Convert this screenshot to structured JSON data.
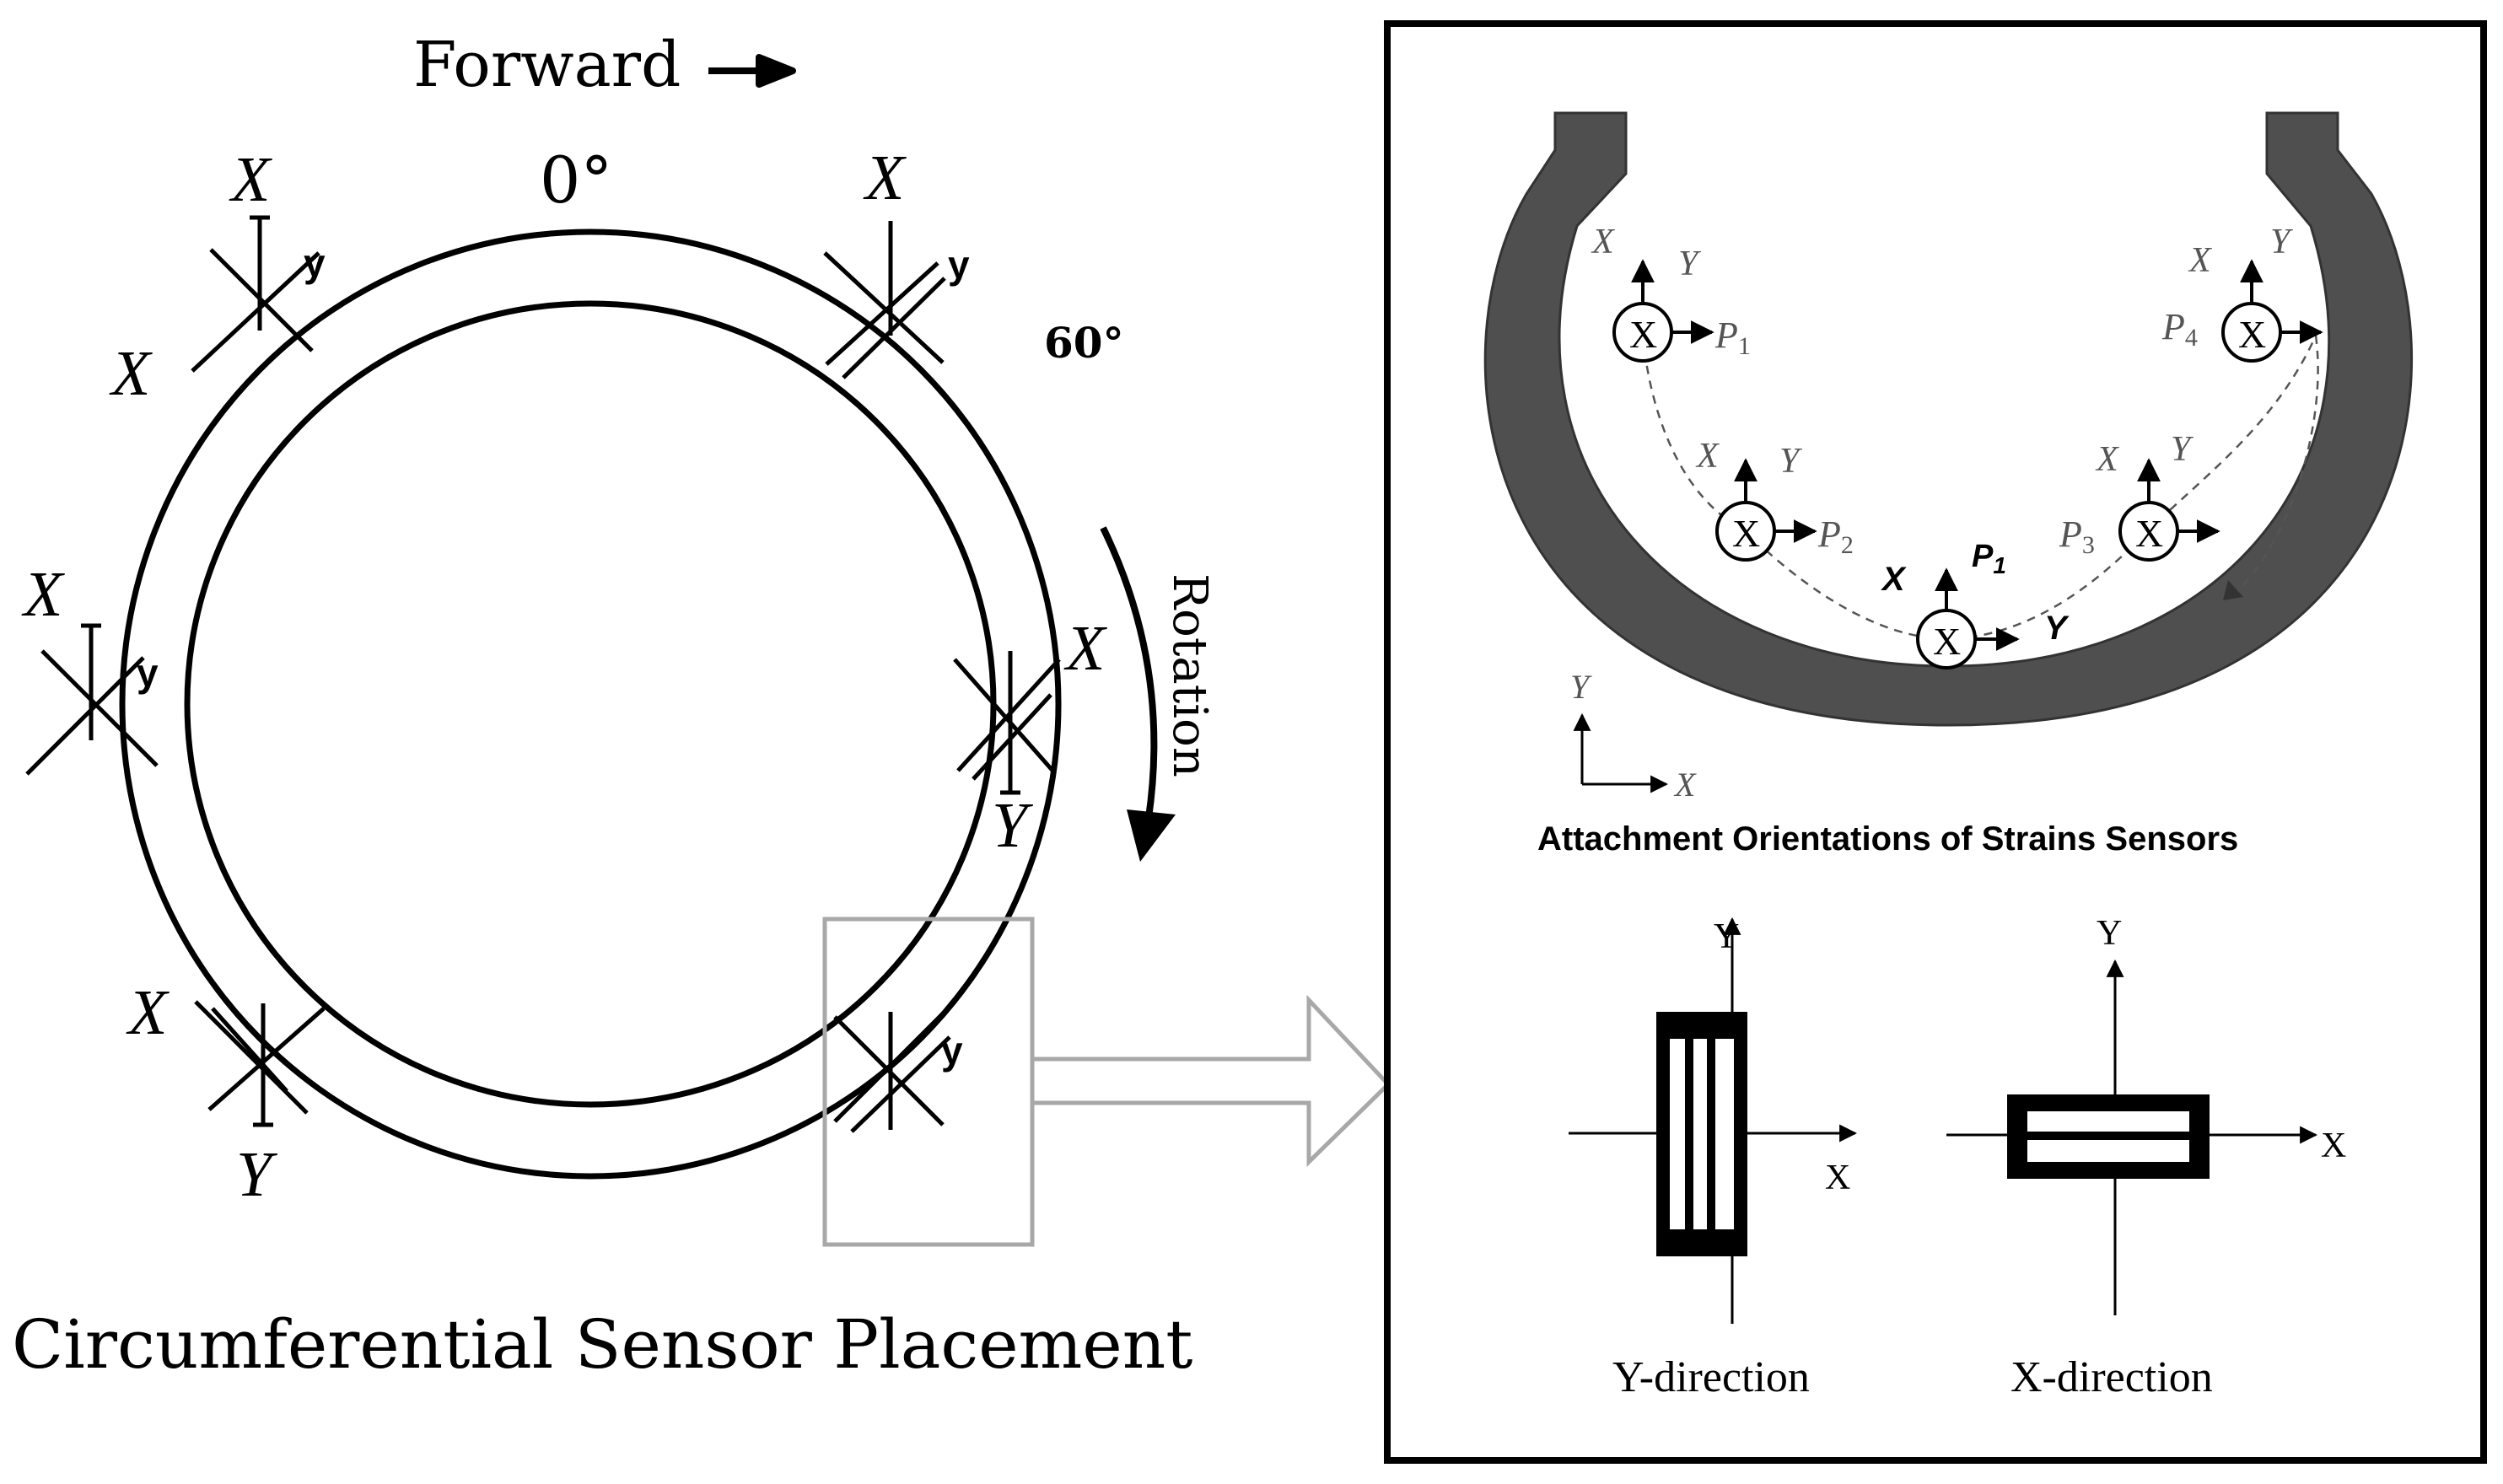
{
  "left": {
    "forward_label": "Forward",
    "angle_zero": "0°",
    "angle_sixty": "60°",
    "rotation_label": "Rotation",
    "caption": "Circumferential Sensor Placement",
    "sensors": [
      {
        "big_x": "X",
        "small_y": "y",
        "side_x": "X"
      },
      {
        "big_x": "X",
        "small_y": "y"
      },
      {
        "big_x": "X",
        "small_y": "y"
      },
      {
        "big_x": "X",
        "big_y": "Y"
      },
      {
        "big_x": "X",
        "big_y": "Y"
      },
      {
        "small_y": "y"
      }
    ]
  },
  "right": {
    "orientation_caption": "Attachment Orientations of Strains Sensors",
    "points": [
      {
        "label": "P",
        "sub": "1",
        "ax_x": "X",
        "ax_y": "Y",
        "symbol": "X"
      },
      {
        "label": "P",
        "sub": "2",
        "ax_x": "X",
        "ax_y": "Y",
        "symbol": "X"
      },
      {
        "label": "P",
        "sub": "1",
        "ax_x": "X",
        "ax_y": "Y",
        "symbol": "X"
      },
      {
        "label": "P",
        "sub": "3",
        "ax_x": "X",
        "ax_y": "Y",
        "symbol": "X"
      },
      {
        "label": "P",
        "sub": "4",
        "ax_x": "X",
        "ax_y": "Y",
        "symbol": "X"
      }
    ],
    "ref_axes": {
      "x": "X",
      "y": "Y"
    },
    "gauges": [
      {
        "caption": "Y-direction",
        "ax_x": "X",
        "ax_y": "Y"
      },
      {
        "caption": "X-direction",
        "ax_x": "X",
        "ax_y": "Y"
      }
    ]
  }
}
